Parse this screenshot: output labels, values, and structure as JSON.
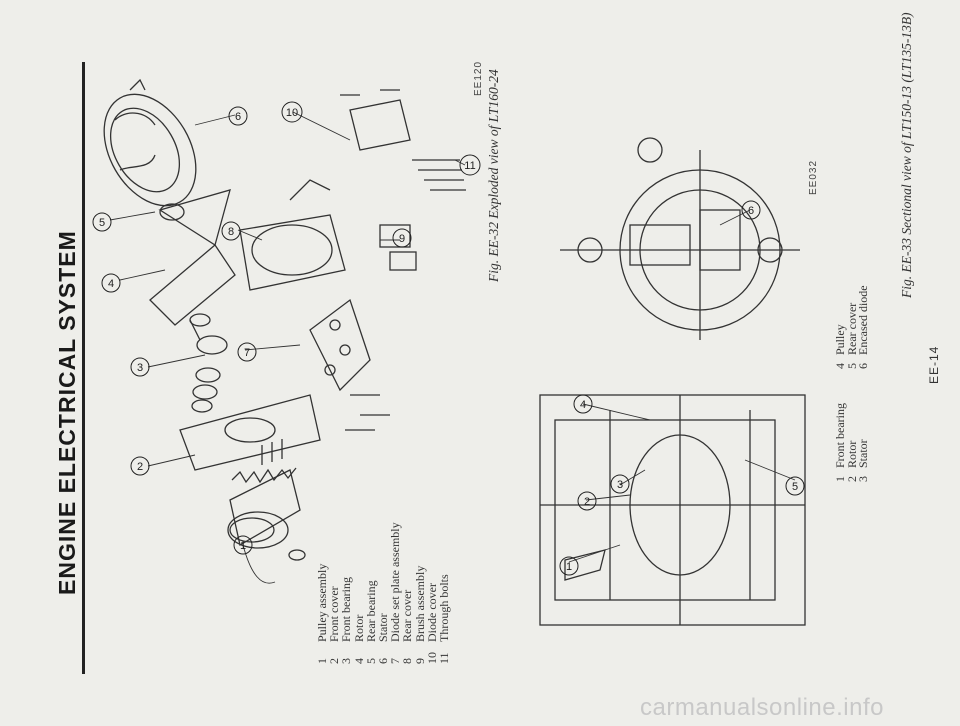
{
  "header": {
    "title": "ENGINE ELECTRICAL SYSTEM"
  },
  "figure1": {
    "legend": [
      {
        "num": "1",
        "label": "Pulley assembly"
      },
      {
        "num": "2",
        "label": "Front cover"
      },
      {
        "num": "3",
        "label": "Front bearing"
      },
      {
        "num": "4",
        "label": "Rotor"
      },
      {
        "num": "5",
        "label": "Rear bearing"
      },
      {
        "num": "6",
        "label": "Stator"
      },
      {
        "num": "7",
        "label": "Diode set plate assembly"
      },
      {
        "num": "8",
        "label": "Rear cover"
      },
      {
        "num": "9",
        "label": "Brush assembly"
      },
      {
        "num": "10",
        "label": "Diode cover"
      },
      {
        "num": "11",
        "label": "Through bolts"
      }
    ],
    "code": "EE120",
    "caption": "Fig. EE-32  Exploded view of LT160-24",
    "callouts": [
      "1",
      "2",
      "3",
      "4",
      "5",
      "6",
      "7",
      "8",
      "9",
      "10",
      "11"
    ]
  },
  "figure2": {
    "legend_a": [
      {
        "num": "1",
        "label": "Front bearing"
      },
      {
        "num": "2",
        "label": "Rotor"
      },
      {
        "num": "3",
        "label": "Stator"
      }
    ],
    "legend_b": [
      {
        "num": "4",
        "label": "Pulley"
      },
      {
        "num": "5",
        "label": "Rear cover"
      },
      {
        "num": "6",
        "label": "Encased diode"
      }
    ],
    "code": "EE032",
    "caption": "Fig. EE-33  Sectional view of LT150-13 (LT135-13B)",
    "callouts": [
      "1",
      "2",
      "3",
      "4",
      "5",
      "6"
    ]
  },
  "footer": {
    "page_number": "EE-14",
    "watermark": "carmanualsonline.info"
  }
}
